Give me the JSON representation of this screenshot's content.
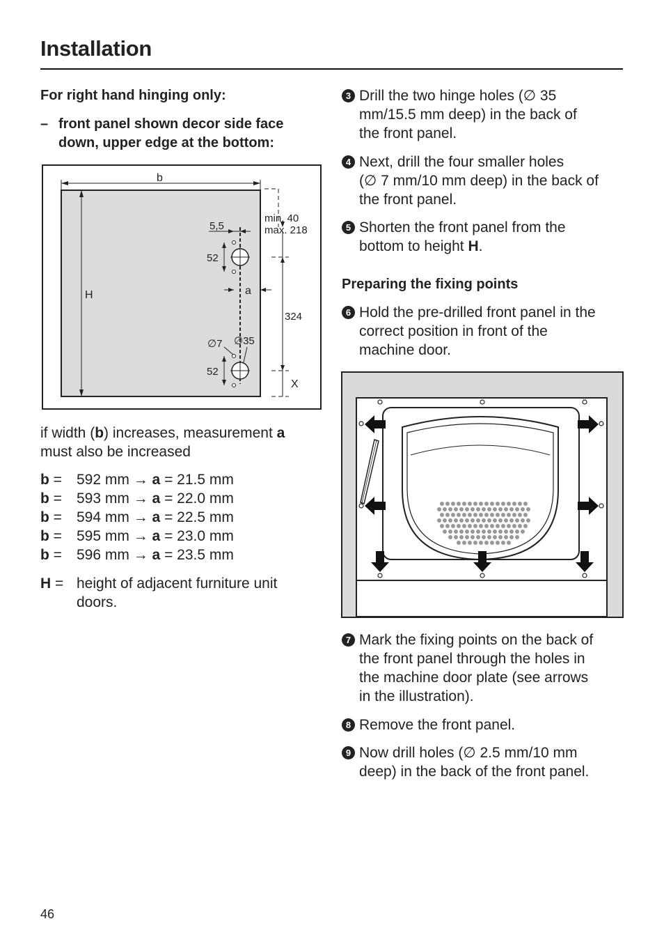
{
  "page": {
    "title": "Installation",
    "page_number": "46"
  },
  "left": {
    "heading": "For right hand hinging only:",
    "dash": "–",
    "subheading_line1": "front panel shown decor side face",
    "subheading_line2": "down, upper edge at the bottom:",
    "diagram1": {
      "b": "b",
      "H": "H",
      "a": "a",
      "x": "X",
      "min": "min. 40",
      "max": "max. 218",
      "d55": "5,5",
      "d52a": "52",
      "d52b": "52",
      "d324": "324",
      "d7": "∅7",
      "d35": "∅35"
    },
    "note_prefix": "if width (",
    "note_b": "b",
    "note_mid": ") increases, measurement ",
    "note_a": "a",
    "note_line2": "must also be increased",
    "table": [
      {
        "b": "b",
        "eq": "=",
        "b_val": "592 mm",
        "arrow": "→",
        "a": "a",
        "a_val": "= 21.5 mm"
      },
      {
        "b": "b",
        "eq": "=",
        "b_val": "593 mm",
        "arrow": "→",
        "a": "a",
        "a_val": "= 22.0 mm"
      },
      {
        "b": "b",
        "eq": "=",
        "b_val": "594 mm",
        "arrow": "→",
        "a": "a",
        "a_val": "= 22.5 mm"
      },
      {
        "b": "b",
        "eq": "=",
        "b_val": "595 mm",
        "arrow": "→",
        "a": "a",
        "a_val": "= 23.0 mm"
      },
      {
        "b": "b",
        "eq": "=",
        "b_val": "596 mm",
        "arrow": "→",
        "a": "a",
        "a_val": "= 23.5 mm"
      }
    ],
    "h_label": "H",
    "h_eq": "=",
    "h_line1": "height of adjacent furniture unit",
    "h_line2": "doors."
  },
  "right": {
    "steps_a": [
      {
        "num": "3",
        "lines": [
          "Drill the two hinge holes (∅ 35",
          "mm/15.5 mm deep) in the back of",
          "the front panel."
        ]
      },
      {
        "num": "4",
        "lines": [
          "Next, drill the four smaller holes",
          "(∅ 7 mm/10 mm deep) in the back of",
          "the front panel."
        ]
      }
    ],
    "step5_num": "5",
    "step5_text": "Shorten the front panel from the",
    "step5_text2": "bottom to height ",
    "step5_bold": "H",
    "step5_end": ".",
    "section_heading": "Preparing the fixing points",
    "step6": {
      "num": "6",
      "lines": [
        "Hold the pre-drilled front panel in the",
        "correct position in front of the",
        "machine door."
      ]
    },
    "steps_b": [
      {
        "num": "7",
        "lines": [
          "Mark the fixing points on the back of",
          "the front panel through the holes in",
          "the machine door plate (see arrows",
          "in the illustration)."
        ]
      },
      {
        "num": "8",
        "lines": [
          "Remove the front panel."
        ]
      },
      {
        "num": "9",
        "lines": [
          "Now drill holes (∅ 2.5 mm/10 mm",
          "deep) in the back of the front panel."
        ]
      }
    ]
  }
}
